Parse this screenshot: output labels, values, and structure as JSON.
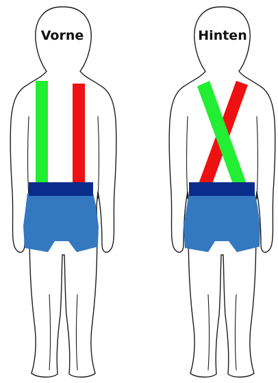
{
  "figures": [
    {
      "id": "front",
      "label": "Vorne",
      "strap_left_color": "#22ee33",
      "strap_right_color": "#ee1111",
      "shorts_color": "#3478c0",
      "waistband_color": "#0a2d8c"
    },
    {
      "id": "back",
      "label": "Hinten",
      "strap_crossing": "x-cross",
      "strap_left_color": "#22ee33",
      "strap_right_color": "#ee1111",
      "shorts_color": "#3478c0",
      "waistband_color": "#0a2d8c"
    }
  ]
}
